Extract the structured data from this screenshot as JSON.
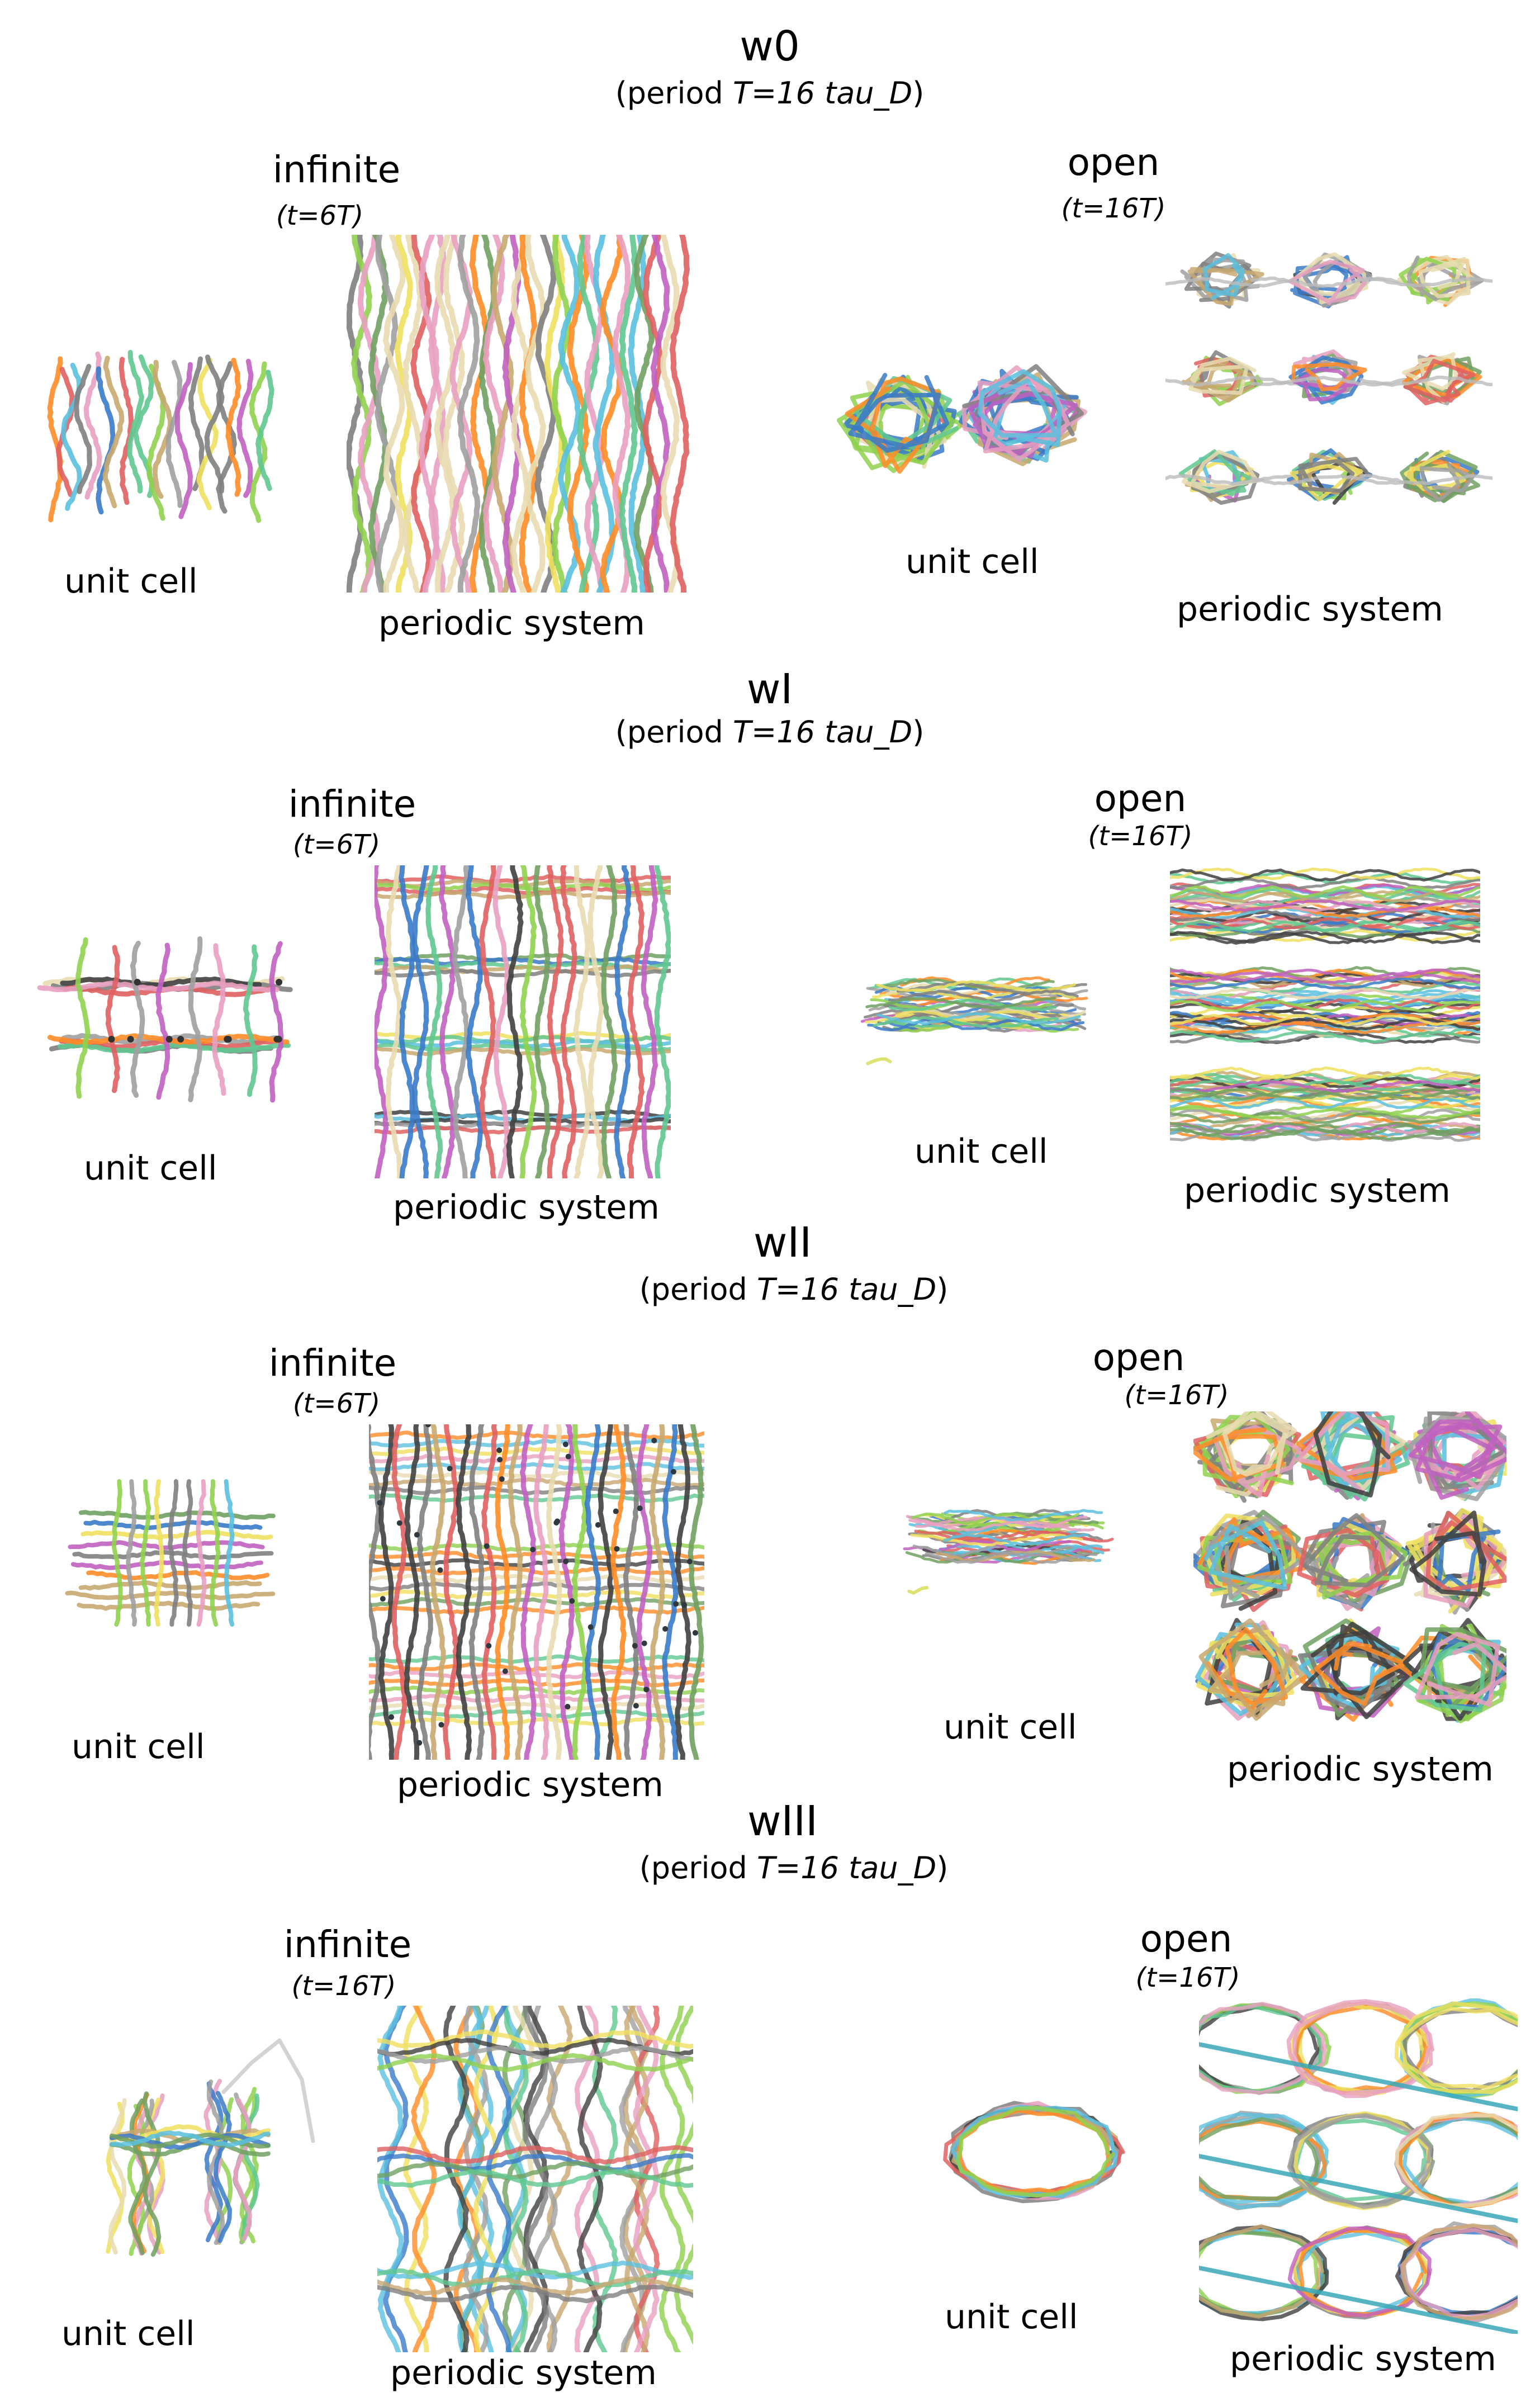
{
  "sections": [
    {
      "id": "w0",
      "title": "w0",
      "subtitle_pre": "(period ",
      "subtitle_em": "T=16 tau_D",
      "subtitle_post": ")",
      "infinite": {
        "title": "infinite",
        "time": "(t=6T)",
        "unit_cell_label": "unit cell",
        "periodic_label": "periodic system"
      },
      "open": {
        "title": "open",
        "time": "(t=16T)",
        "unit_cell_label": "unit cell",
        "periodic_label": "periodic system"
      }
    },
    {
      "id": "wI",
      "title": "wI",
      "subtitle_pre": "(period ",
      "subtitle_em": "T=16 tau_D",
      "subtitle_post": ")",
      "infinite": {
        "title": "infinite",
        "time": "(t=6T)",
        "unit_cell_label": "unit cell",
        "periodic_label": "periodic system"
      },
      "open": {
        "title": "open",
        "time": "(t=16T)",
        "unit_cell_label": "unit cell",
        "periodic_label": "periodic system"
      }
    },
    {
      "id": "wII",
      "title": "wII",
      "subtitle_pre": "(period ",
      "subtitle_em": "T=16 tau_D",
      "subtitle_post": ")",
      "infinite": {
        "title": "infinite",
        "time": "(t=6T)",
        "unit_cell_label": "unit cell",
        "periodic_label": "periodic system"
      },
      "open": {
        "title": "open",
        "time": "(t=16T)",
        "unit_cell_label": "unit cell",
        "periodic_label": "periodic system"
      }
    },
    {
      "id": "wIII",
      "title": "wIII",
      "subtitle_pre": "(period ",
      "subtitle_em": "T=16 tau_D",
      "subtitle_post": ")",
      "infinite": {
        "title": "infinite",
        "time": "(t=16T)",
        "unit_cell_label": "unit cell",
        "periodic_label": "periodic system"
      },
      "open": {
        "title": "open",
        "time": "(t=16T)",
        "unit_cell_label": "unit cell",
        "periodic_label": "periodic system"
      }
    }
  ],
  "palette": [
    "#5bc0de",
    "#8fd14f",
    "#a0a0a0",
    "#e8dcb0",
    "#ff8c28",
    "#c060c0",
    "#3a7ac8",
    "#e06060",
    "#60c890",
    "#f0e060",
    "#808080",
    "#c8a870",
    "#70a060",
    "#e8a0c0",
    "#404040"
  ]
}
